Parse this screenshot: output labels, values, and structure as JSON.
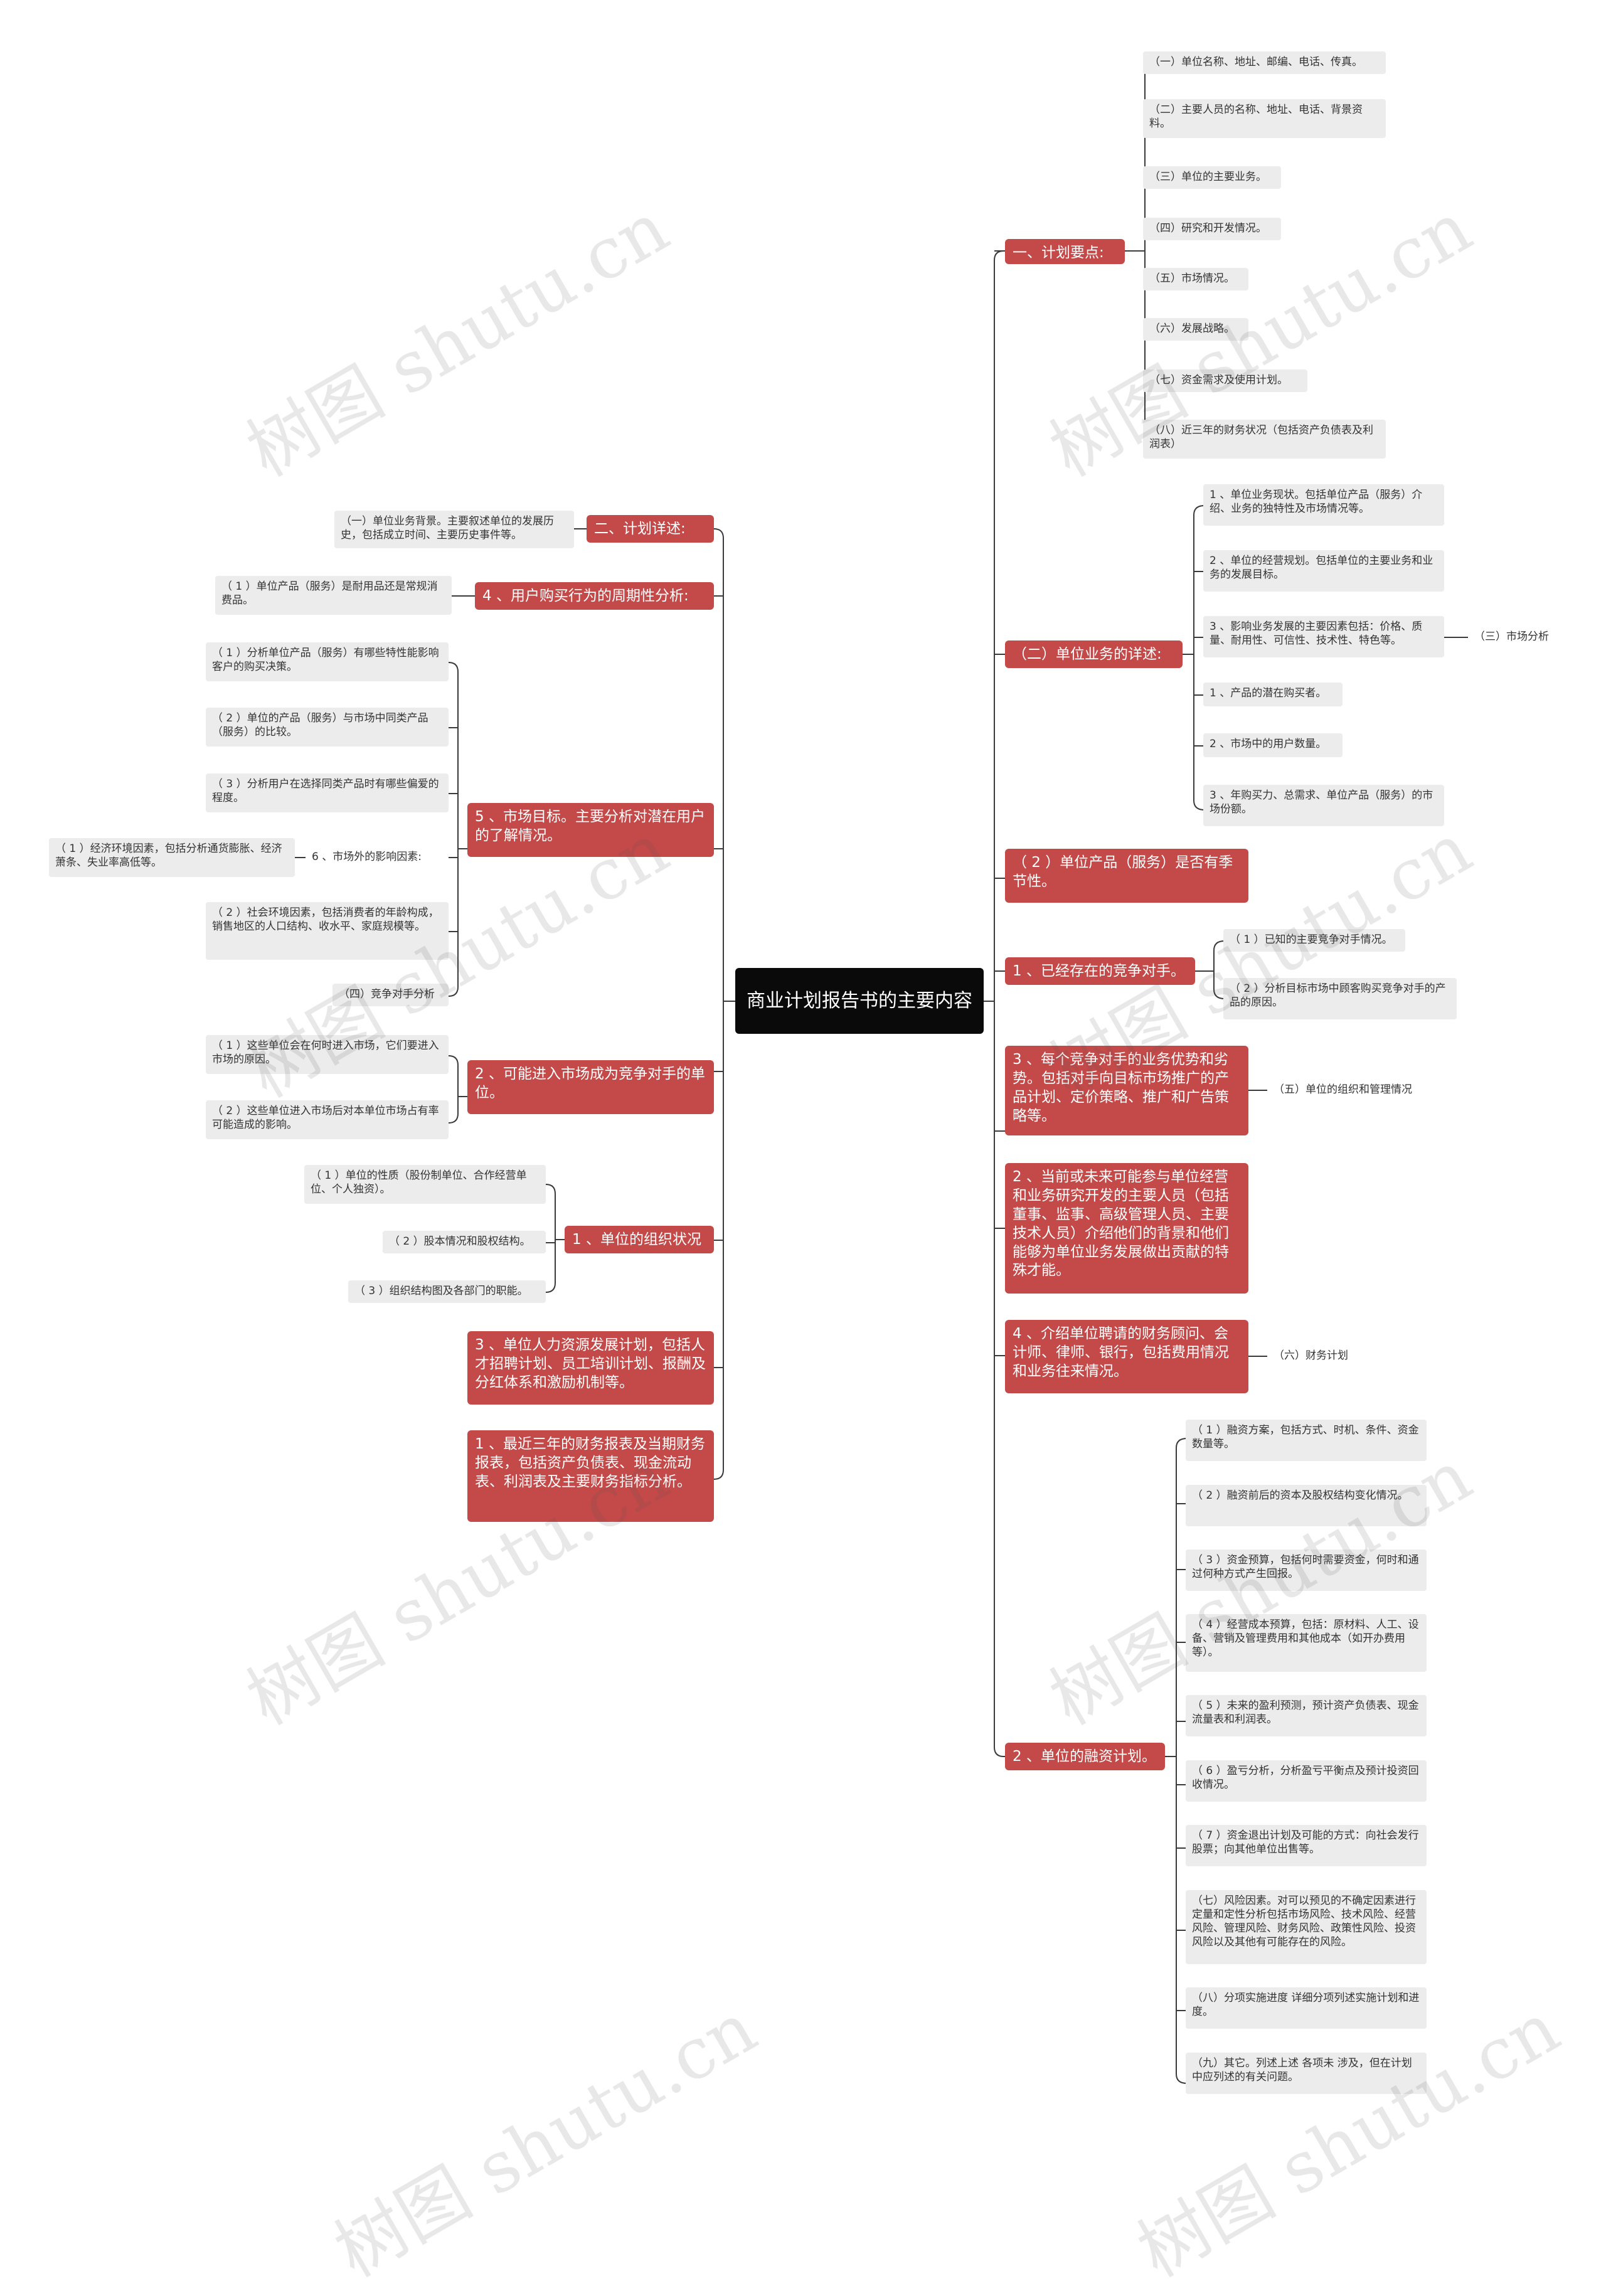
{
  "watermark": "树图 shutu.cn",
  "root": "商业计划报告书的主要内容",
  "right": {
    "plan_points": {
      "label": "一、计划要点:",
      "items": [
        "（一）单位名称、地址、邮编、电话、传真。",
        "（二）主要人员的名称、地址、电话、背景资料。",
        "（三）单位的主要业务。",
        "（四）研究和开发情况。",
        "（五）市场情况。",
        "（六）发展战略。",
        "（七）资金需求及使用计划。",
        "（八）近三年的财务状况（包括资产负债表及利润表）"
      ]
    },
    "business_detail": {
      "label": "（二）单位业务的详述:",
      "items": [
        "1 、单位业务现状。包括单位产品（服务）介绍、业务的独特性及市场情况等。",
        "2 、单位的经营规划。包括单位的主要业务和业务的发展目标。",
        "3 、影响业务发展的主要因素包括：价格、质量、耐用性、可信性、技术性、特色等。",
        "1 、产品的潜在购买者。",
        "2 、市场中的用户数量。",
        "3 、年购买力、总需求、单位产品（服务）的市场份额。"
      ],
      "extra": "（三）市场分析"
    },
    "seasonality": "（ 2 ）单位产品（服务）是否有季节性。",
    "competitors": {
      "label": "1 、已经存在的竞争对手。",
      "items": [
        "（ 1 ）已知的主要竞争对手情况。",
        "（ 2 ）分析目标市场中顾客购买竞争对手的产品的原因。"
      ]
    },
    "competitor_advantages": {
      "label": "3 、每个竞争对手的业务优势和劣势。包括对手向目标市场推广的产品计划、定价策略、推广和广告策略等。",
      "extra": "（五）单位的组织和管理情况"
    },
    "management": "2 、当前或未来可能参与单位经营和业务研究开发的主要人员（包括董事、监事、高级管理人员、主要技术人员）介绍他们的背景和他们能够为单位业务发展做出贡献的特殊才能。",
    "advisors": {
      "label": "4 、介绍单位聘请的财务顾问、会计师、律师、银行，包括费用情况和业务往来情况。",
      "extra": "（六）财务计划"
    },
    "financing": {
      "label": "2 、单位的融资计划。",
      "items": [
        "（ 1 ）融资方案，包括方式、时机、条件、资金数量等。",
        "（ 2 ）融资前后的资本及股权结构变化情况。",
        "（ 3 ）资金预算，包括何时需要资金，何时和通过何种方式产生回报。",
        "（ 4 ）经营成本预算，包括：原材料、人工、设备、营销及管理费用和其他成本（如开办费用等）。",
        "（ 5 ）未来的盈利预测，预计资产负债表、现金流量表和利润表。",
        "（ 6 ）盈亏分析，分析盈亏平衡点及预计投资回收情况。",
        "（ 7 ）资金退出计划及可能的方式：向社会发行股票；向其他单位出售等。",
        "（七）风险因素。对可以预见的不确定因素进行定量和定性分析包括市场风险、技术风险、经营风险、管理风险、财务风险、政策性风险、投资风险以及其他有可能存在的风险。",
        "（八）分项实施进度 详细分项列述实施计划和进度。",
        "（九）其它。列述上述 各项未 涉及，但在计划中应列述的有关问题。"
      ]
    }
  },
  "left": {
    "plan_detail": {
      "label": "二、计划详述:",
      "item": "（一）单位业务背景。主要叙述单位的发展历史，包括成立时间、主要历史事件等。"
    },
    "purchase_cycle": {
      "label": "4 、用户购买行为的周期性分析:",
      "item": "（ 1 ）单位产品（服务）是耐用品还是常规消费品。"
    },
    "market_goal": {
      "label": "5 、市场目标。主要分析对潜在用户的了解情况。",
      "items": [
        "（ 1 ）分析单位产品（服务）有哪些特性能影响客户的购买决策。",
        "（ 2 ）单位的产品（服务）与市场中同类产品（服务）的比较。",
        "（ 3 ）分析用户在选择同类产品时有哪些偏爱的程度。",
        "6 、市场外的影响因素:",
        "（ 2 ）社会环境因素，包括消费者的年龄构成，销售地区的人口结构、收水平、家庭规模等。",
        "（四）竞争对手分析"
      ],
      "env": "（ 1 ）经济环境因素，包括分析通货膨胀、经济萧条、失业率高低等。"
    },
    "new_competitors": {
      "label": "2 、可能进入市场成为竞争对手的单位。",
      "items": [
        "（ 1 ）这些单位会在何时进入市场，它们要进入市场的原因。",
        "（ 2 ）这些单位进入市场后对本单位市场占有率可能造成的影响。"
      ]
    },
    "org": {
      "label": "1 、单位的组织状况",
      "items": [
        "（ 1 ）单位的性质（股份制单位、合作经营单位、个人独资）。",
        "（ 2 ）股本情况和股权结构。",
        "（ 3 ）组织结构图及各部门的职能。"
      ]
    },
    "hr": "3 、单位人力资源发展计划，包括人才招聘计划、员工培训计划、报酬及分红体系和激励机制等。",
    "financial": "1 、最近三年的财务报表及当期财务报表，包括资产负债表、现金流动表、利润表及主要财务指标分析。"
  }
}
